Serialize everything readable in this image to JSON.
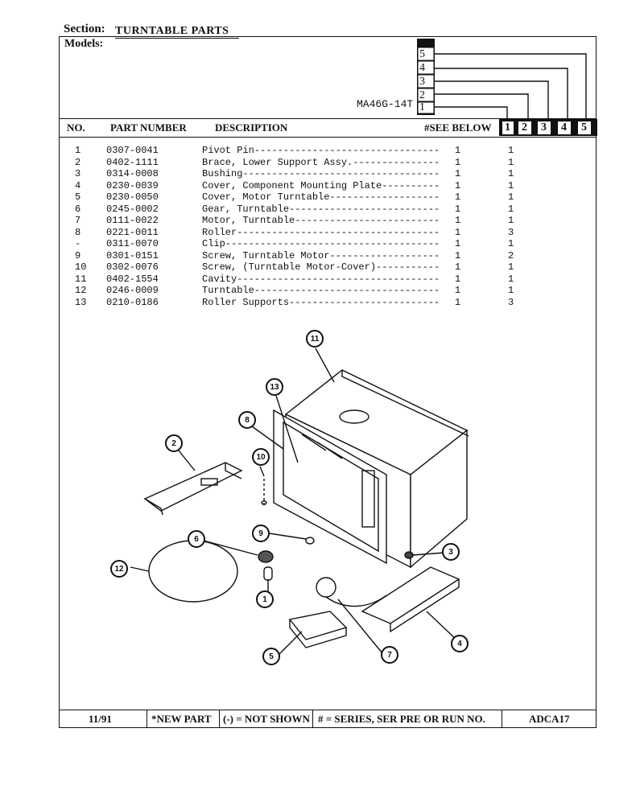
{
  "header": {
    "section_label": "Section:",
    "section_title": "TURNTABLE PARTS",
    "models_label": "Models:",
    "model_name": "MA46G-14T",
    "series_boxes": [
      "1",
      "2",
      "3",
      "4",
      "5"
    ]
  },
  "table": {
    "columns": [
      "NO.",
      "PART NUMBER",
      "DESCRIPTION",
      "#SEE BELOW"
    ],
    "rows": [
      {
        "no": "1",
        "part": "0307-0041",
        "desc": "Pivot Pin",
        "qty": "1",
        "s1": "1"
      },
      {
        "no": "2",
        "part": "0402-1111",
        "desc": "Brace, Lower Support Assy.",
        "qty": "1",
        "s1": "1"
      },
      {
        "no": "3",
        "part": "0314-0008",
        "desc": "Bushing",
        "qty": "1",
        "s1": "1"
      },
      {
        "no": "4",
        "part": "0230-0039",
        "desc": "Cover, Component Mounting Plate",
        "qty": "1",
        "s1": "1"
      },
      {
        "no": "5",
        "part": "0230-0050",
        "desc": "Cover, Motor Turntable",
        "qty": "1",
        "s1": "1"
      },
      {
        "no": "6",
        "part": "0245-0002",
        "desc": "Gear, Turntable",
        "qty": "1",
        "s1": "1"
      },
      {
        "no": "7",
        "part": "0111-0022",
        "desc": "Motor, Turntable",
        "qty": "1",
        "s1": "1"
      },
      {
        "no": "8",
        "part": "0221-0011",
        "desc": "Roller",
        "qty": "1",
        "s1": "3"
      },
      {
        "no": "-",
        "part": "0311-0070",
        "desc": "Clip",
        "qty": "1",
        "s1": "1"
      },
      {
        "no": "9",
        "part": "0301-0151",
        "desc": "Screw, Turntable Motor",
        "qty": "1",
        "s1": "2"
      },
      {
        "no": "10",
        "part": "0302-0076",
        "desc": "Screw, (Turntable Motor-Cover)",
        "qty": "1",
        "s1": "1"
      },
      {
        "no": "11",
        "part": "0402-1554",
        "desc": "Cavity",
        "qty": "1",
        "s1": "1"
      },
      {
        "no": "12",
        "part": "0246-0009",
        "desc": "Turntable",
        "qty": "1",
        "s1": "1"
      },
      {
        "no": "13",
        "part": "0210-0186",
        "desc": "Roller Supports",
        "qty": "1",
        "s1": "3"
      }
    ]
  },
  "diagram": {
    "callouts": [
      "11",
      "13",
      "8",
      "2",
      "10",
      "9",
      "6",
      "12",
      "1",
      "3",
      "5",
      "7",
      "4"
    ]
  },
  "footer": {
    "date": "11/91",
    "new_part": "*NEW PART",
    "not_shown": "(-) = NOT SHOWN",
    "series_note": "# = SERIES, SER PRE OR RUN NO.",
    "page_code": "ADCA17"
  }
}
